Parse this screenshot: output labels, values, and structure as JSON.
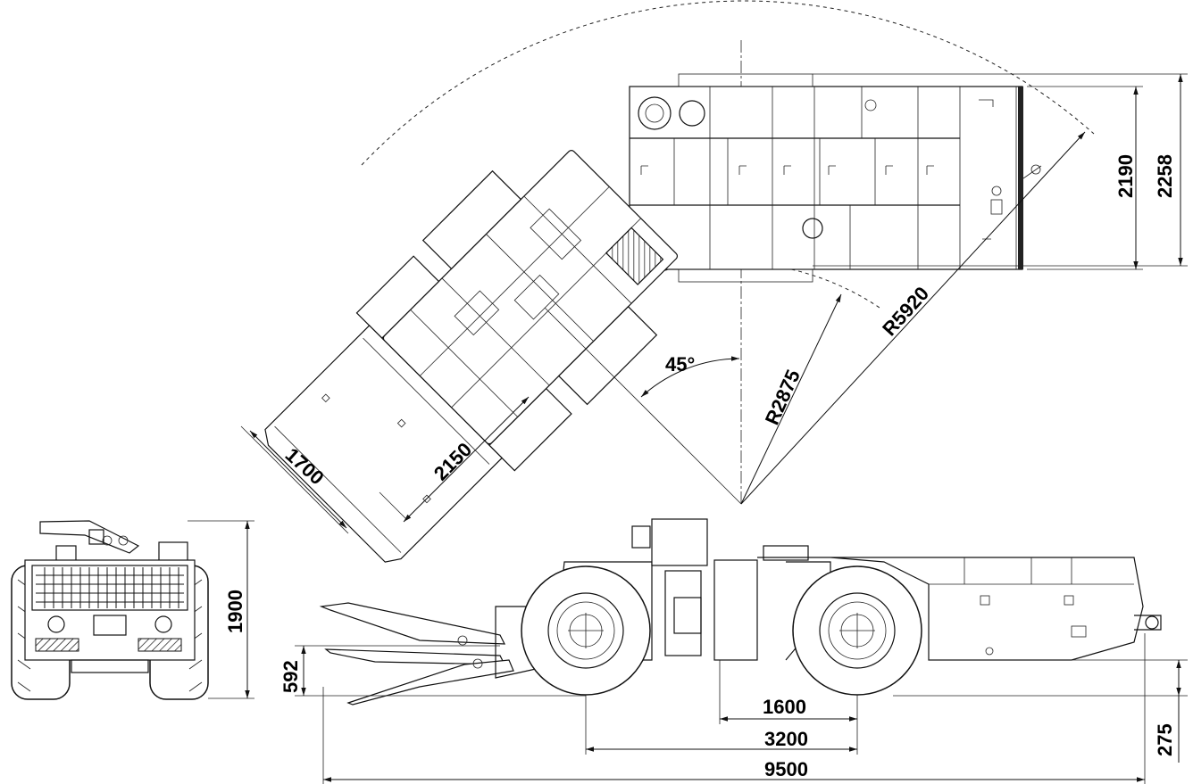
{
  "dimensions": {
    "width_inner": "2190",
    "width_outer": "2258",
    "outer_radius": "R5920",
    "inner_radius": "R2875",
    "articulation_angle": "45°",
    "bucket_width": "1700",
    "bucket_length": "2150",
    "height": "1900",
    "bucket_lift": "592",
    "axle_to_hinge": "1600",
    "wheelbase": "3200",
    "overall_length": "9500",
    "ground_clearance": "275"
  }
}
